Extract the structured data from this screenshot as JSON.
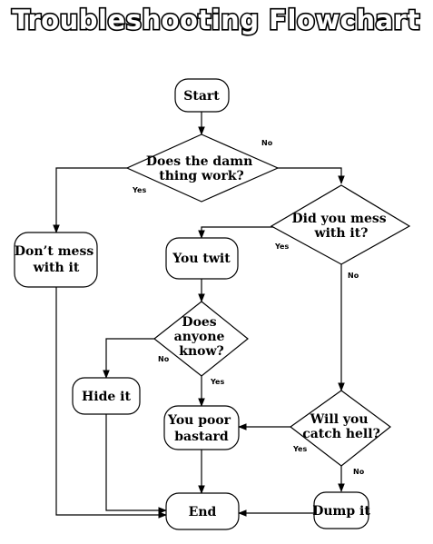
{
  "title": "Troubleshooting Flowchart",
  "nodes": {
    "start": [
      "Start"
    ],
    "works": [
      "Does the damn",
      "thing work?"
    ],
    "dont_mess": [
      "Don’t mess",
      "with it"
    ],
    "mess": [
      "Did you mess",
      "with it?"
    ],
    "twit": [
      "You twit"
    ],
    "anyone": [
      "Does",
      "anyone",
      "know?"
    ],
    "hide": [
      "Hide it"
    ],
    "poor": [
      "You poor",
      "bastard"
    ],
    "catch": [
      "Will you",
      "catch hell?"
    ],
    "end": [
      "End"
    ],
    "dump": [
      "Dump it"
    ]
  },
  "edge_labels": {
    "works_no": "No",
    "works_yes": "Yes",
    "mess_yes": "Yes",
    "mess_no": "No",
    "anyone_no": "No",
    "anyone_yes": "Yes",
    "catch_yes": "Yes",
    "catch_no": "No"
  }
}
